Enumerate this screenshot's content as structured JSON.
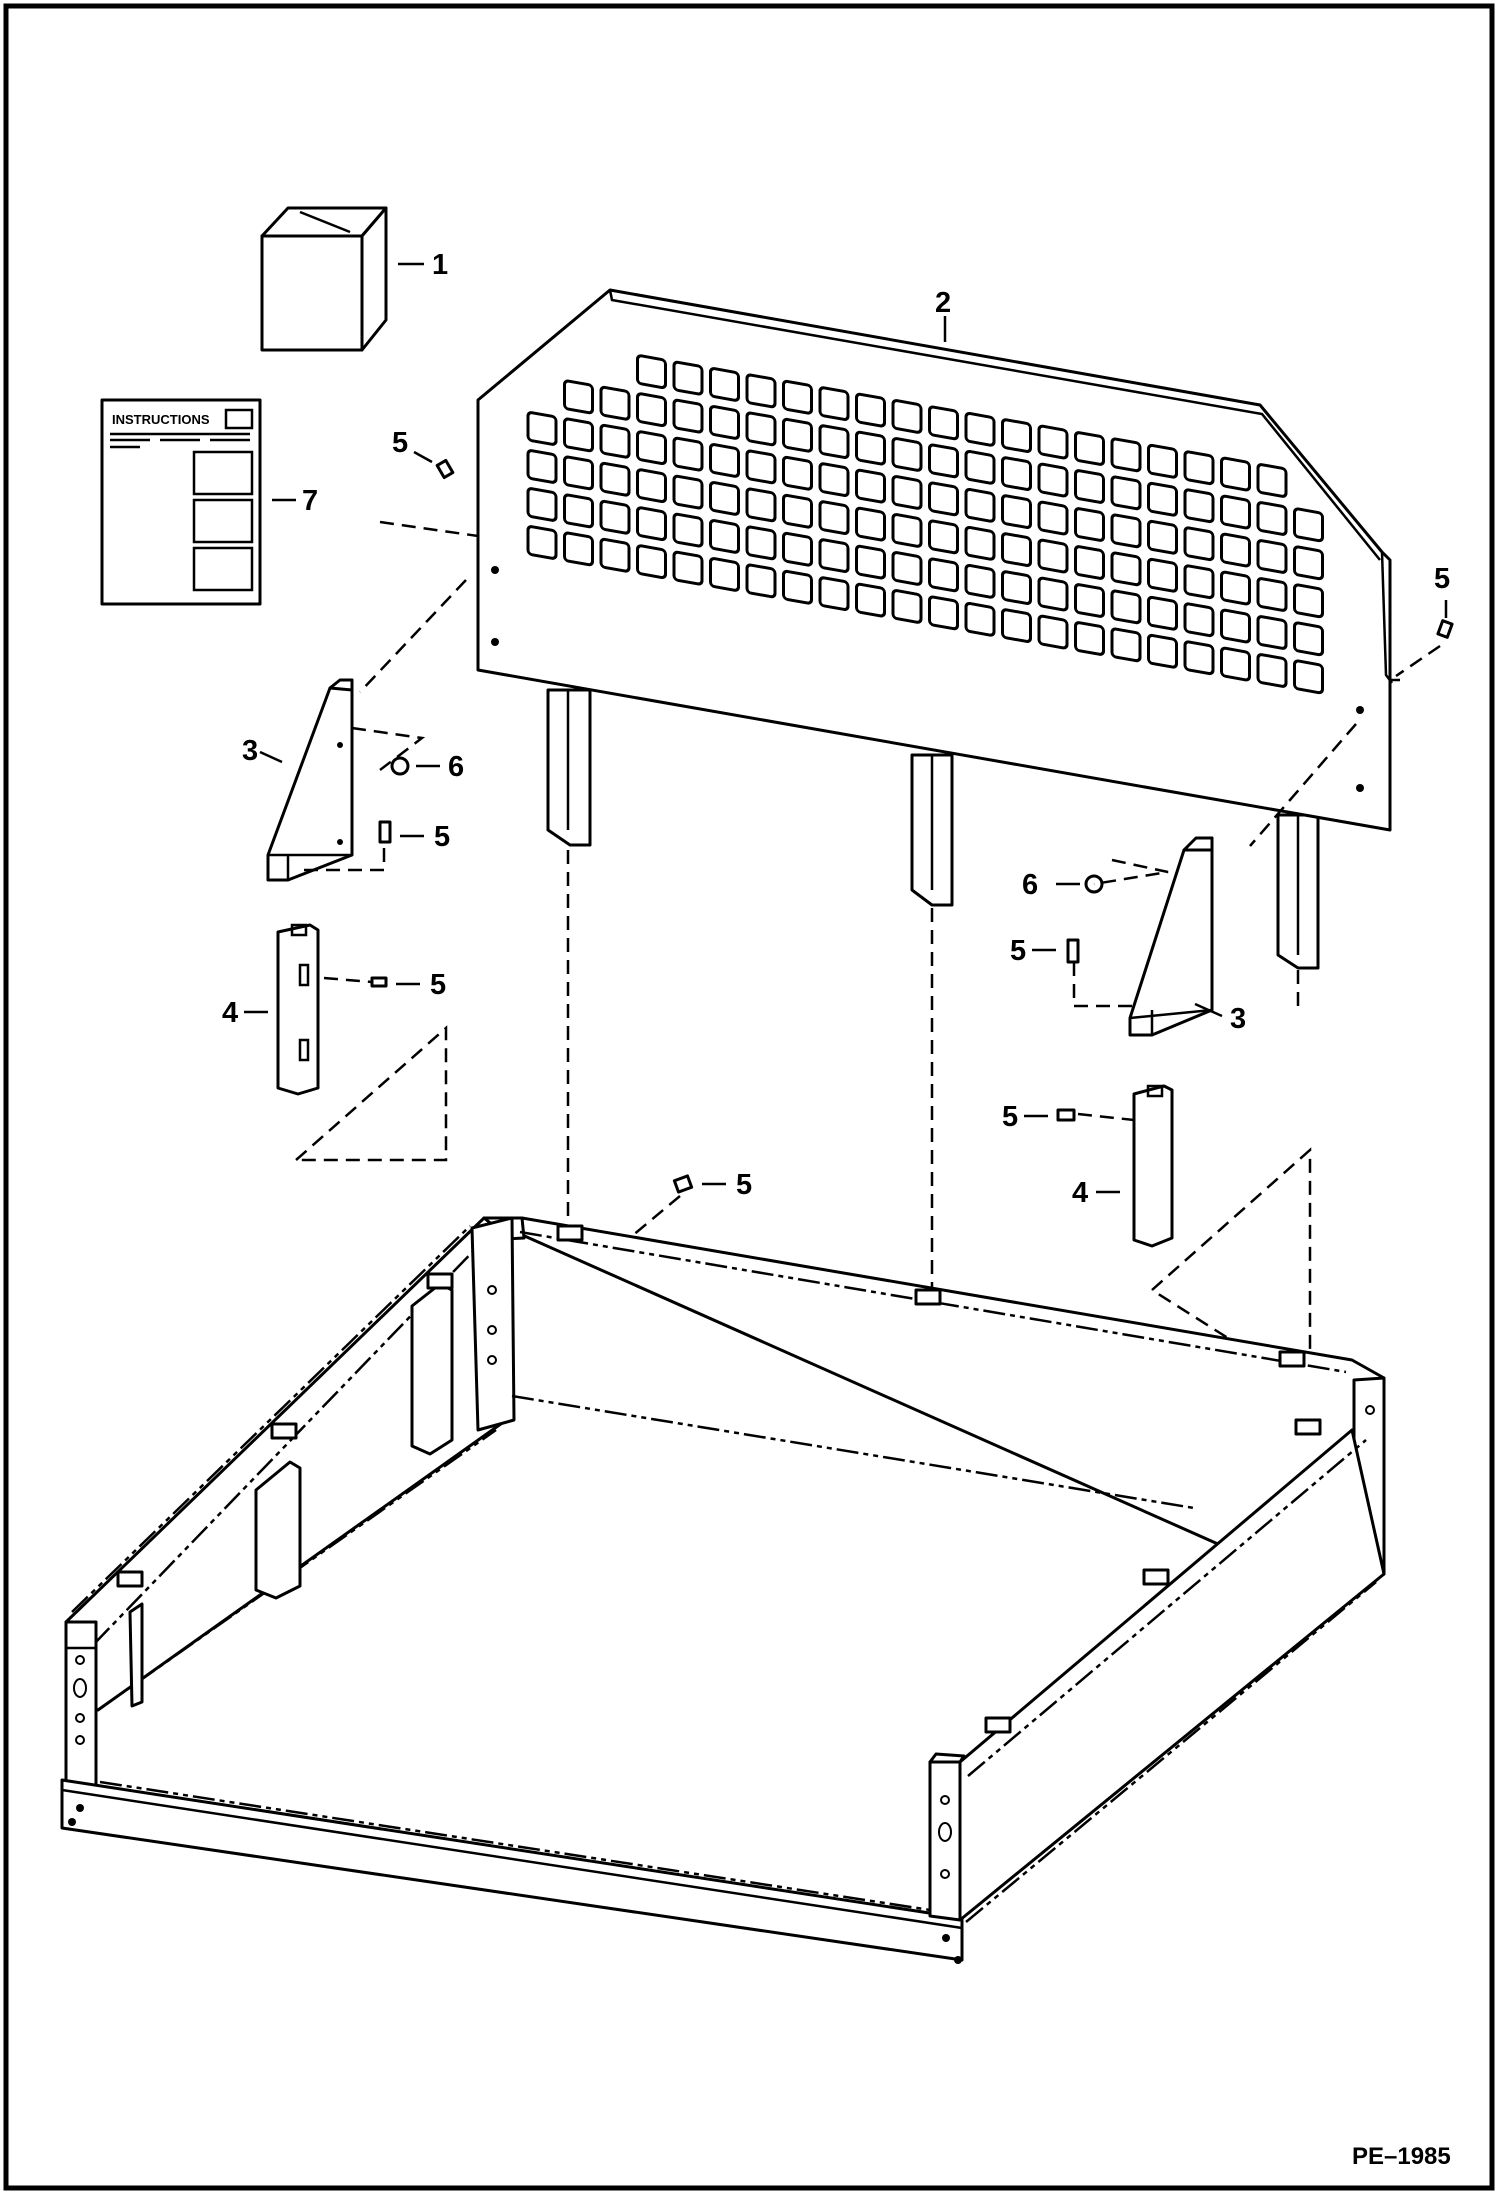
{
  "figure": {
    "reference": "PE–1985",
    "instructions_heading": "INSTRUCTIONS"
  },
  "callouts": {
    "c1": "1",
    "c2": "2",
    "c3a": "3",
    "c3b": "3",
    "c4a": "4",
    "c4b": "4",
    "c5a": "5",
    "c5b": "5",
    "c5c": "5",
    "c5d": "5",
    "c5e": "5",
    "c5f": "5",
    "c5g": "5",
    "c6a": "6",
    "c6b": "6",
    "c7": "7"
  }
}
